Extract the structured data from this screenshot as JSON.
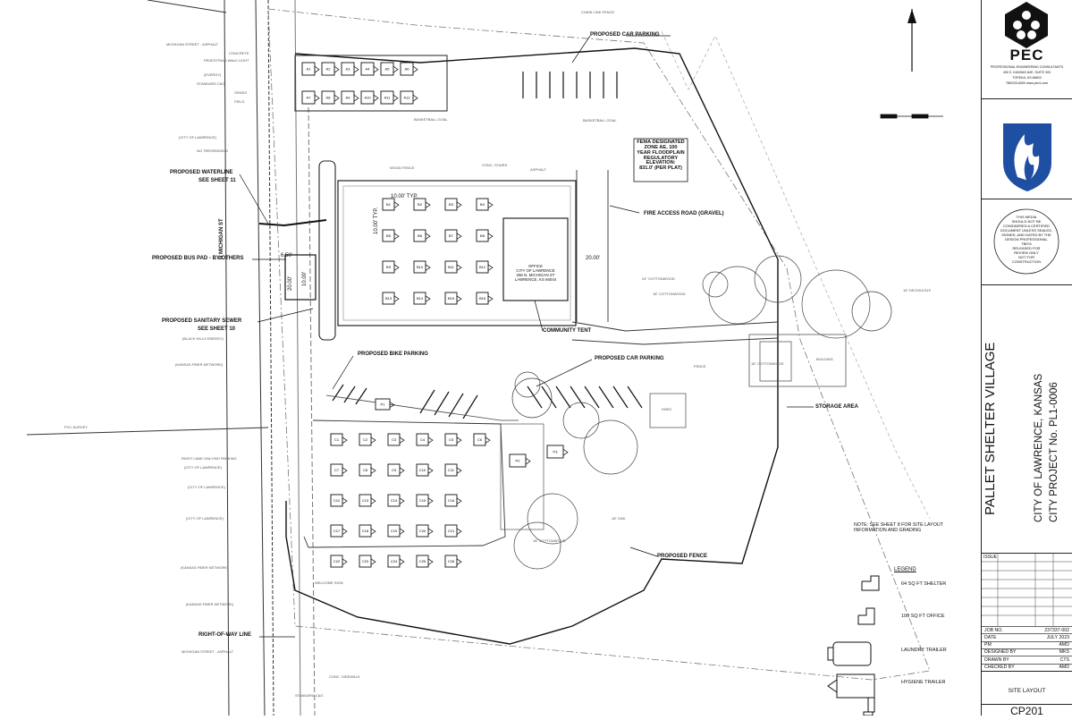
{
  "title_block": {
    "firm": {
      "logo_text": "PEC",
      "name": "PROFESSIONAL ENGINEERING CONSULTANTS",
      "address_line1": "400 S. KANSAS AVE, SUITE 300",
      "address_line2": "TOPEKA, KS 66603",
      "contact": "785/233-8300 www.pec1.com"
    },
    "stamp_text": [
      "THIS MEDIA",
      "SHOULD NOT BE",
      "CONSIDERED A CERTIFIED",
      "DOCUMENT UNLESS SEALED,",
      "SIGNED, AND DATED BY THE",
      "DESIGN PROFESSIONAL",
      "TBD%",
      "RELEASED FOR",
      "REVIEW ONLY",
      "NOT FOR",
      "CONSTRUCTION"
    ],
    "project_title": "PALLET SHELTER VILLAGE",
    "project_location": "CITY OF LAWRENCE, KANSAS",
    "project_number": "CITY PROJECT No. PL1-0006",
    "issue_label": "ISSUE",
    "info": [
      {
        "key": "JOB NO.",
        "value": "237337-002"
      },
      {
        "key": "DATE",
        "value": "JULY 2023"
      },
      {
        "key": "PM",
        "value": "AMD"
      },
      {
        "key": "DESIGNED BY",
        "value": "MKS"
      },
      {
        "key": "DRAWN BY",
        "value": "CTS"
      },
      {
        "key": "CHECKED BY",
        "value": "AMD"
      }
    ],
    "sheet_title": "SITE LAYOUT",
    "sheet_number": "CP201"
  },
  "callouts": {
    "proposed_car_parking_top": "PROPOSED CAR PARKING",
    "proposed_waterline": "PROPOSED WATERLINE",
    "see_sheet_11": "SEE SHEET 11",
    "proposed_bus_pad": "PROPOSED BUS PAD - BY OTHERS",
    "proposed_sanitary_sewer": "PROPOSED SANITARY SEWER",
    "see_sheet_10": "SEE SHEET 10",
    "proposed_bike_parking": "PROPOSED BIKE PARKING",
    "proposed_car_parking_mid": "PROPOSED CAR PARKING",
    "fire_access_road": "FIRE ACCESS ROAD (GRAVEL)",
    "community_tent": "COMMUNITY TENT",
    "storage_area": "STORAGE AREA",
    "proposed_fence": "PROPOSED FENCE",
    "right_of_way_line": "RIGHT-OF-WAY LINE",
    "street_name": "N MICHIGAN ST",
    "fema": [
      "FEMA DESIGNATED",
      "ZONE AE, 100",
      "YEAR FLOODPLAIN",
      "REGULATORY",
      "ELEVATION:",
      "831.0' (PER PLAT)"
    ],
    "note": [
      "NOTE: SEE SHEET 8 FOR SITE LAYOUT",
      "INFORMATION AND GRADING"
    ],
    "dim_10_typ_h": "10.00' TYP.",
    "dim_10_typ_v": "10.00' TYP.",
    "dim_20": "20.00'",
    "dim_6_50": "6.50'",
    "dim_20_bus": "20.00'",
    "dim_10_bus": "10.00'",
    "tent_text": [
      "OFFICE",
      "CITY OF LAWRENCE",
      "256 N. MICHIGAN ST",
      "LAWRENCE, KS 66044"
    ]
  },
  "minor_labels": {
    "michigan_asphalt_top": "MICHIGAN STREET - ASPHALT",
    "concrete": "CONCRETE",
    "pedestrian_walk_light": "PEDESTRIAN WALK LIGHT",
    "evergy": "(EVERGY)",
    "standard_c_g": "STANDARD C&G",
    "grass": "GRASS",
    "field": "FIELD",
    "city_of_lawrence_1": "(CITY OF LAWRENCE)",
    "no_trespassing": "NO TRESPASSING",
    "black_hills": "(BLACK HILLS ENERGY)",
    "kansas_fiber_1": "(KANSAS FIBER NETWORK)",
    "pvc_survey": "PVC-SURVEY",
    "right_lane": "RIGHT LANE ONLY/NO PARKING",
    "city_of_lawrence_2": "(CITY OF LAWRENCE)",
    "city_of_lawrence_3": "(CITY OF LAWRENCE)",
    "city_of_lawrence_4": "(CITY OF LAWRENCE)",
    "kansas_fiber_2": "(KANSAS FIBER NETWORK)",
    "kansas_fiber_3": "(KANSAS FIBER NETWORK)",
    "michigan_asphalt_bottom": "MICHIGAN STREET - ASPHALT",
    "conc_sidewalk": "CONC. SIDEWALK",
    "standard_c_g_2": "STANDARD C&G",
    "welcome_sign": "WELCOME SIGN",
    "chain_link_fence": "CHAIN LINK FENCE",
    "basketball_goal_1": "BASKETBALL GOAL",
    "basketball_goal_2": "BASKETBALL GOAL",
    "wood_fence": "WOOD FENCE",
    "conc_stairs": "CONC. STAIRS",
    "asphalt": "ASPHALT",
    "cottonwood_1": "24\" COTTONWOOD",
    "cottonwood_2": "18\" COTTONWOOD",
    "cottonwood_3": "18\" COTTONWOOD",
    "cottonwood_4": "18\" COTTONWOOD",
    "deciduous": "18\" DECIDUOUS",
    "oak": "18\" OAK",
    "building": "BUILDING",
    "shed": "SHED",
    "fence": "FENCE"
  },
  "legend": {
    "title": "LEGEND",
    "items": [
      {
        "label": "64 SQ FT SHELTER",
        "icon": "shelter-icon"
      },
      {
        "label": "100 SQ FT OFFICE",
        "icon": "office-icon"
      },
      {
        "label": "LAUNDRY TRAILER",
        "icon": "laundry-trailer-icon"
      },
      {
        "label": "HYGIENE TRAILER",
        "icon": "hygiene-trailer-icon"
      }
    ]
  },
  "shelters": {
    "top_row1": [
      "A1",
      "A2",
      "A3",
      "A4",
      "A5",
      "A6"
    ],
    "top_row2": [
      "A7",
      "A8",
      "A9",
      "A10",
      "A11",
      "A12"
    ],
    "mid_grid": [
      "B1",
      "B2",
      "B3",
      "B4",
      "B5",
      "B6",
      "B7",
      "B8",
      "B9",
      "B10",
      "B11",
      "B12",
      "B13",
      "B14",
      "B15",
      "B16"
    ],
    "low_grid": [
      "C1",
      "C2",
      "C3",
      "C4",
      "C5",
      "C6",
      "C7",
      "C8",
      "C9",
      "C10",
      "C11",
      "C12",
      "C13",
      "C14",
      "C15",
      "C16",
      "C17",
      "C18",
      "C19",
      "C20",
      "C21",
      "C22",
      "C23",
      "C24",
      "C25",
      "C26"
    ],
    "offices": [
      "P1",
      "P2",
      "P3"
    ]
  },
  "colors": {
    "line": "#222222",
    "light_line": "#888888",
    "logo_blue": "#1f4fa3"
  }
}
